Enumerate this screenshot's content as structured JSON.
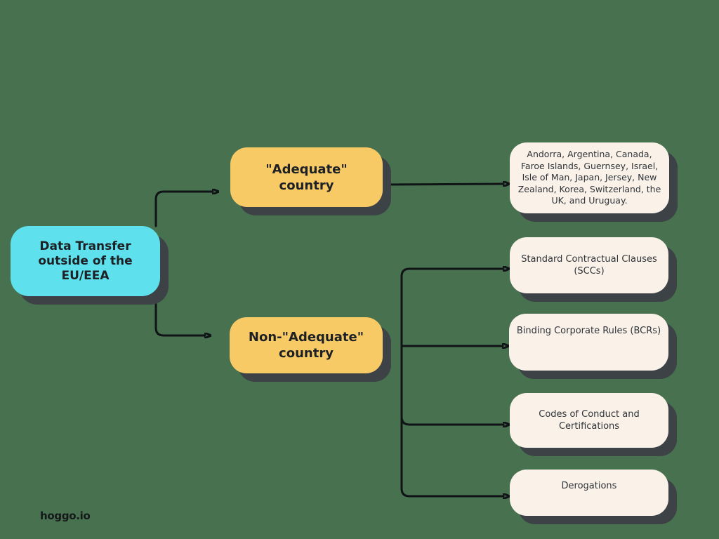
{
  "colors": {
    "background": "#48714F",
    "root_box": "#5FE1ED",
    "branch_box": "#F8CA66",
    "leaf_box": "#FAF1E8",
    "shadow": "#3C4246",
    "line": "#111416",
    "title_text": "#1D2125",
    "body_text": "#2F343A",
    "logo_text": "#15181B"
  },
  "diagram": {
    "root": {
      "label": "Data Transfer\noutside of the\nEU/EEA"
    },
    "branches": [
      {
        "label": "\"Adequate\"\ncountry",
        "leaves": [
          {
            "label": "Andorra, Argentina, Canada,\nFaroe Islands, Guernsey, Israel,\nIsle of Man, Japan, Jersey, New\nZealand, Korea, Switzerland, the\nUK, and Uruguay."
          }
        ]
      },
      {
        "label": "Non-\"Adequate\"\ncountry",
        "leaves": [
          {
            "label": "Standard Contractual Clauses\n(SCCs)"
          },
          {
            "label": "Binding Corporate Rules (BCRs)"
          },
          {
            "label": "Codes of Conduct and\nCertifications"
          },
          {
            "label": "Derogations"
          }
        ]
      }
    ]
  },
  "footer": {
    "logo": "hoggo.io"
  }
}
